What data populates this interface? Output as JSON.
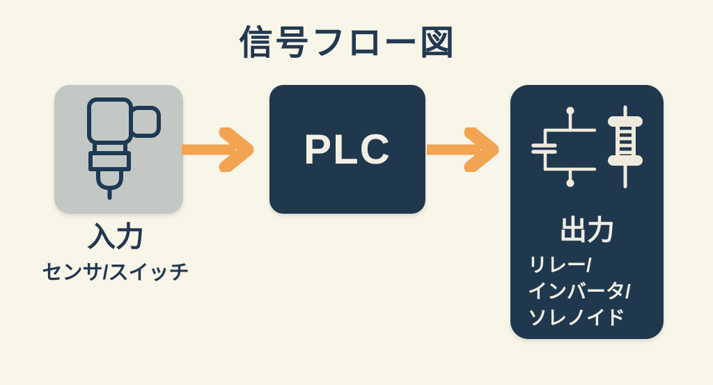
{
  "title": "信号フロー図",
  "nodes": {
    "input": {
      "label": "入力",
      "sublabel": "センサ/スイッチ",
      "icon": "proximity-sensor-icon"
    },
    "plc": {
      "label": "PLC"
    },
    "output": {
      "label": "出力",
      "sublabel_lines": [
        "リレー/",
        "インバータ/",
        "ソレノイド"
      ],
      "icons": [
        "relay-contact-icon",
        "solenoid-coil-icon"
      ]
    }
  },
  "flow": [
    {
      "from": "input",
      "to": "plc"
    },
    {
      "from": "plc",
      "to": "output"
    }
  ],
  "colors": {
    "background": "#f8f5e9",
    "navy_box": "#1f384e",
    "gray_box": "#c3c8c4",
    "arrow_orange": "#f2a452",
    "icon_navy": "#1d3953",
    "cream_text": "#f1eee3",
    "title_navy": "#223850"
  }
}
